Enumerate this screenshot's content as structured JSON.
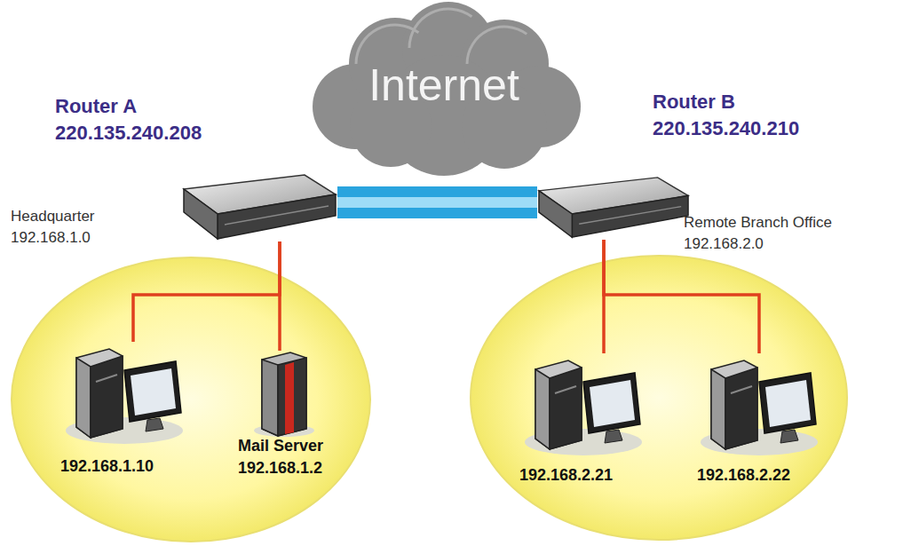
{
  "diagram": {
    "nodes": [
      {
        "text": [
          "Internet"
        ]
      },
      {
        "text": [
          "Router A",
          "220.135.240.208"
        ]
      },
      {
        "text": [
          "Router B",
          "220.135.240.210"
        ]
      },
      {
        "text": [
          "192.168.1.10"
        ]
      },
      {
        "text": [
          "Mail Server",
          "192.168.1.2"
        ]
      },
      {
        "text": [
          "192.168.2.21"
        ]
      },
      {
        "text": [
          "192.168.2.22"
        ]
      }
    ],
    "edges": [
      {
        "from": 1,
        "to": 2,
        "arrow": "none"
      },
      {
        "from": 1,
        "to": 3,
        "arrow": "none"
      },
      {
        "from": 1,
        "to": 4,
        "arrow": "none"
      },
      {
        "from": 2,
        "to": 5,
        "arrow": "none"
      },
      {
        "from": 2,
        "to": 6,
        "arrow": "none"
      }
    ],
    "labels": [
      "Headquarter",
      "192.168.1.0",
      "Remote Branch Office",
      "192.168.2.0"
    ]
  }
}
